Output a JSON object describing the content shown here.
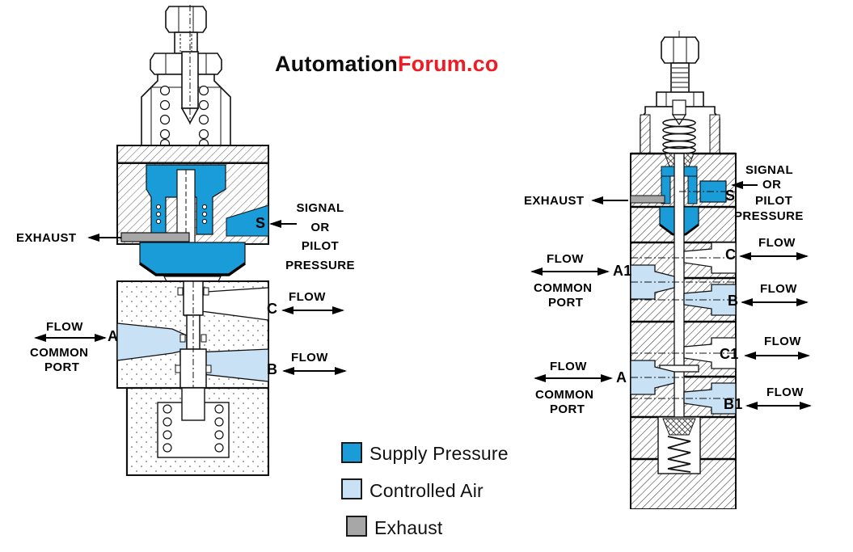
{
  "title": {
    "part1": "Automation",
    "part2": "Forum.co"
  },
  "colors": {
    "supply_pressure": "#1a9cd8",
    "controlled_air": "#c9e1f5",
    "exhaust_gray": "#a7a7a7",
    "title_red": "#ee1c24",
    "line_black": "#000000"
  },
  "legend": {
    "items": [
      {
        "label": "Supply Pressure",
        "color": "#1a9cd8"
      },
      {
        "label": "Controlled Air",
        "color": "#c9e1f5"
      },
      {
        "label": "Exhaust",
        "color": "#a7a7a7"
      }
    ]
  },
  "left_valve": {
    "exhaust": "EXHAUST",
    "s": "S",
    "signal": [
      "SIGNAL",
      "OR",
      "PILOT",
      "PRESSURE"
    ],
    "port_c": {
      "id": "C",
      "flow": "FLOW"
    },
    "port_a": {
      "id": "A",
      "flow": "FLOW",
      "common": "COMMON",
      "port": "PORT"
    },
    "port_b": {
      "id": "B",
      "flow": "FLOW"
    }
  },
  "right_valve": {
    "exhaust": "EXHAUST",
    "s": "S",
    "signal": [
      "SIGNAL",
      "OR",
      "PILOT",
      "PRESSURE"
    ],
    "port_c": {
      "id": "C",
      "flow": "FLOW"
    },
    "port_a1": {
      "id": "A1",
      "flow": "FLOW",
      "common": "COMMON",
      "port": "PORT"
    },
    "port_b": {
      "id": "B",
      "flow": "FLOW"
    },
    "port_c1": {
      "id": "C1",
      "flow": "FLOW"
    },
    "port_a": {
      "id": "A",
      "flow": "FLOW",
      "common": "COMMON",
      "port": "PORT"
    },
    "port_b1": {
      "id": "B1",
      "flow": "FLOW"
    }
  }
}
